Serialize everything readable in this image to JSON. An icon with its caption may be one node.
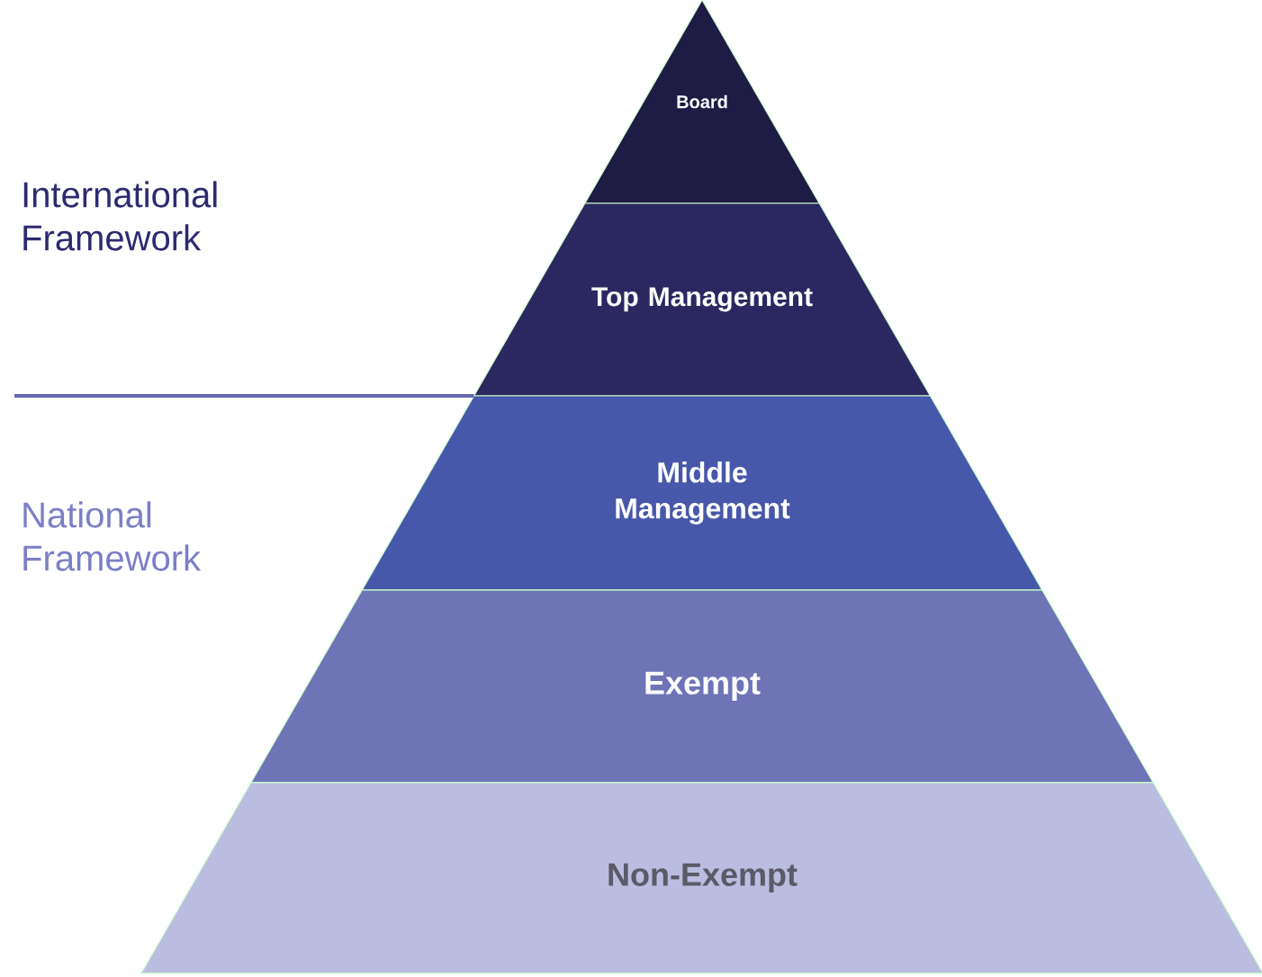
{
  "diagram": {
    "nodes": [
      {
        "text": [
          "Board"
        ]
      },
      {
        "text": [
          "Top Management"
        ]
      },
      {
        "text": [
          "Middle Management"
        ]
      },
      {
        "text": [
          "Exempt"
        ]
      },
      {
        "text": [
          "Non-Exempt"
        ]
      }
    ],
    "labels": [
      "International Framework",
      "National Framework"
    ]
  }
}
